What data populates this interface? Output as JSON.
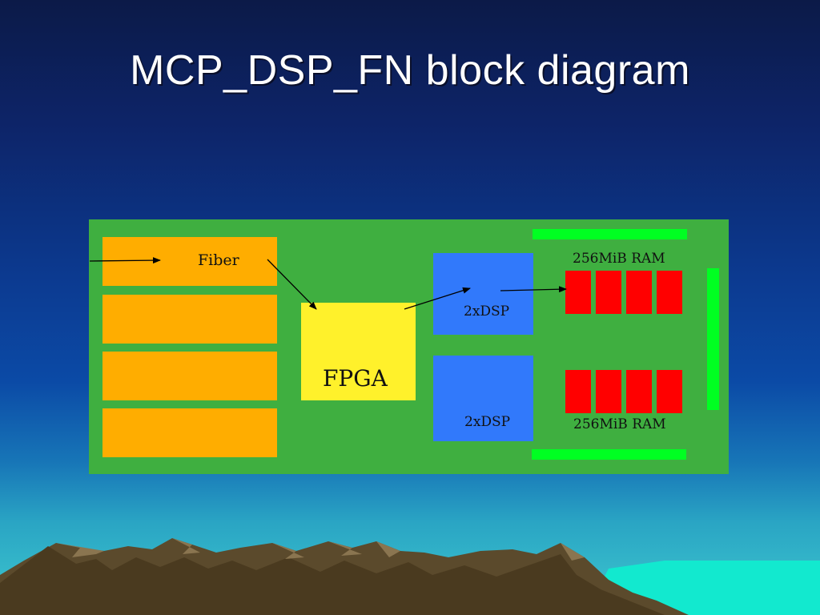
{
  "slide": {
    "title": "MCP_DSP_FN block diagram"
  },
  "diagram": {
    "fiber_label": "Fiber",
    "fpga_label": "FPGA",
    "dsp_top_label": "2xDSP",
    "dsp_bottom_label": "2xDSP",
    "ram_top_label": "256MiB RAM",
    "ram_bottom_label": "256MiB RAM"
  },
  "colors": {
    "board": "#3faf40",
    "fiber": "#ffad00",
    "fpga": "#fff12b",
    "dsp": "#3179fb",
    "ram": "#ff0000",
    "bus": "#00ff22"
  }
}
